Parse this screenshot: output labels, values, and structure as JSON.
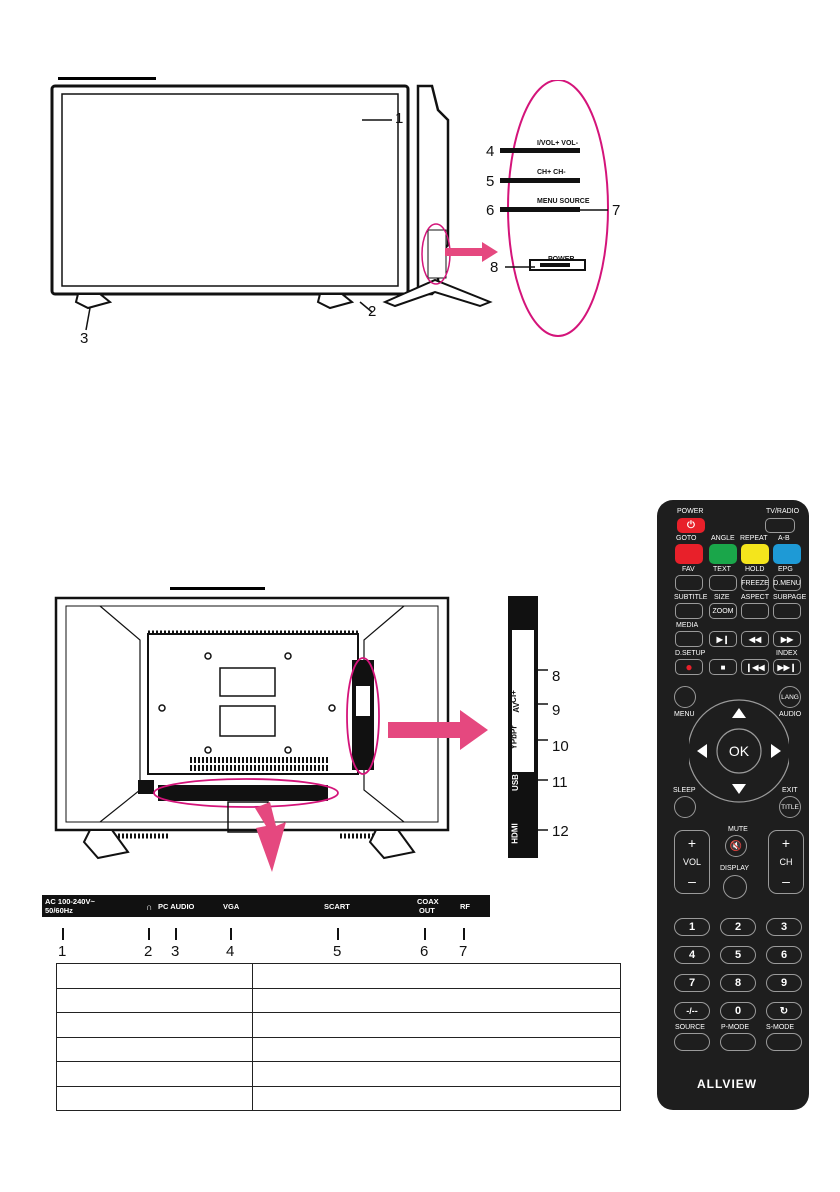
{
  "front": {
    "callouts": [
      "1",
      "2",
      "3",
      "4",
      "5",
      "6",
      "7",
      "8"
    ],
    "side_labels": {
      "vol": "I/VOL+  VOL-",
      "ch": "CH+    CH-",
      "menu": "MENU  SOURCE",
      "power": "POWER"
    }
  },
  "side_panel": {
    "labels": {
      "ci": "CI+",
      "av": "AV",
      "ypbpr": "YPbPr",
      "usb": "USB",
      "hdmi": "HDMI"
    },
    "callouts": [
      "8",
      "9",
      "10",
      "11",
      "12"
    ]
  },
  "bottom_panel": {
    "labels": {
      "ac_line1": "AC 100-240V~",
      "ac_line2": "50/60Hz",
      "headphone": "∩",
      "pc_audio": "PC AUDIO",
      "vga": "VGA",
      "scart": "SCART",
      "coax_line1": "COAX",
      "coax_line2": "OUT",
      "rf": "RF"
    },
    "callouts": [
      "1",
      "2",
      "3",
      "4",
      "5",
      "6",
      "7"
    ]
  },
  "table": {
    "rows": [
      [
        "",
        ""
      ],
      [
        "",
        ""
      ],
      [
        "",
        ""
      ],
      [
        "",
        ""
      ],
      [
        "",
        ""
      ],
      [
        "",
        ""
      ]
    ]
  },
  "remote": {
    "colors": {
      "body": "#1e1e1e",
      "red": "#e8202a",
      "green": "#1aa64a",
      "yellow": "#f4e51c",
      "blue": "#1e9ad6"
    },
    "power": "POWER",
    "tv_radio": "TV/RADIO",
    "goto": "GOTO",
    "angle": "ANGLE",
    "repeat": "REPEAT",
    "ab": "A-B",
    "fav": "FAV",
    "text": "TEXT",
    "hold": "HOLD",
    "epg": "EPG",
    "freeze": "FREEZE",
    "dmenu": "D.MENU",
    "subtitle": "SUBTITLE",
    "size": "SIZE",
    "aspect": "ASPECT",
    "subpage": "SUBPAGE",
    "zoom": "ZOOM",
    "media": "MEDIA",
    "dsetup": "D.SETUP",
    "index": "INDEX",
    "lang": "LANG",
    "menu": "MENU",
    "audio": "AUDIO",
    "ok": "OK",
    "sleep": "SLEEP",
    "exit": "EXIT",
    "title": "TITLE",
    "mute": "MUTE",
    "vol": "VOL",
    "ch": "CH",
    "display": "DISPLAY",
    "plus": "+",
    "minus": "–",
    "digits": [
      "1",
      "2",
      "3",
      "4",
      "5",
      "6",
      "7",
      "8",
      "9"
    ],
    "dash": "-/--",
    "zero": "0",
    "source": "SOURCE",
    "pmode": "P-MODE",
    "smode": "S-MODE",
    "brand": "ALLVIEW"
  }
}
